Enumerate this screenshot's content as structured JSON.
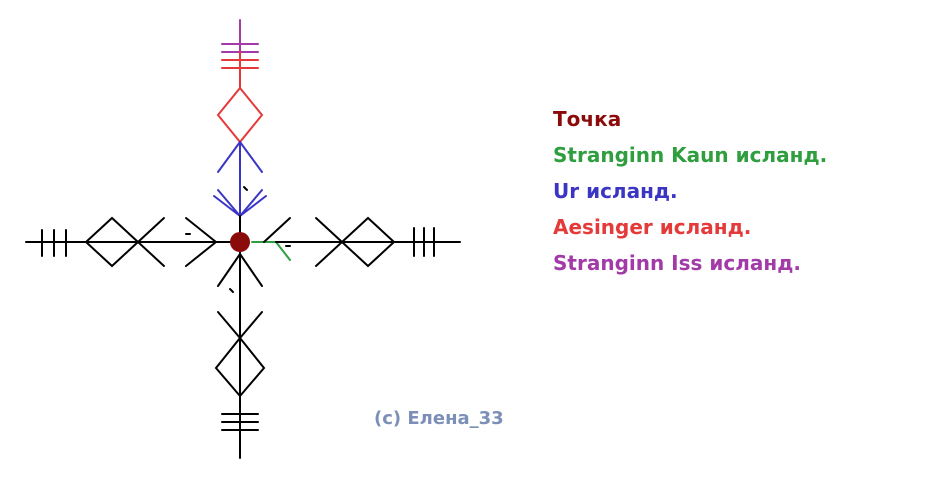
{
  "colors": {
    "black": "#000000",
    "dot": "#8b0a0a",
    "green": "#2f9e3e",
    "blue": "#3a35c2",
    "red": "#e43a3a",
    "purple": "#a23ba8",
    "copyright": "#7b8fb8"
  },
  "legend": [
    {
      "label": "Точка",
      "color": "#8b0a0a"
    },
    {
      "label": "Stranginn Kaun исланд.",
      "color": "#2f9e3e"
    },
    {
      "label": "Ur исланд.",
      "color": "#3a35c2"
    },
    {
      "label": "Aesinger исланд.",
      "color": "#e43a3a"
    },
    {
      "label": "Stranginn Iss исланд.",
      "color": "#a23ba8"
    }
  ],
  "copyright": "(c) Елена_33"
}
